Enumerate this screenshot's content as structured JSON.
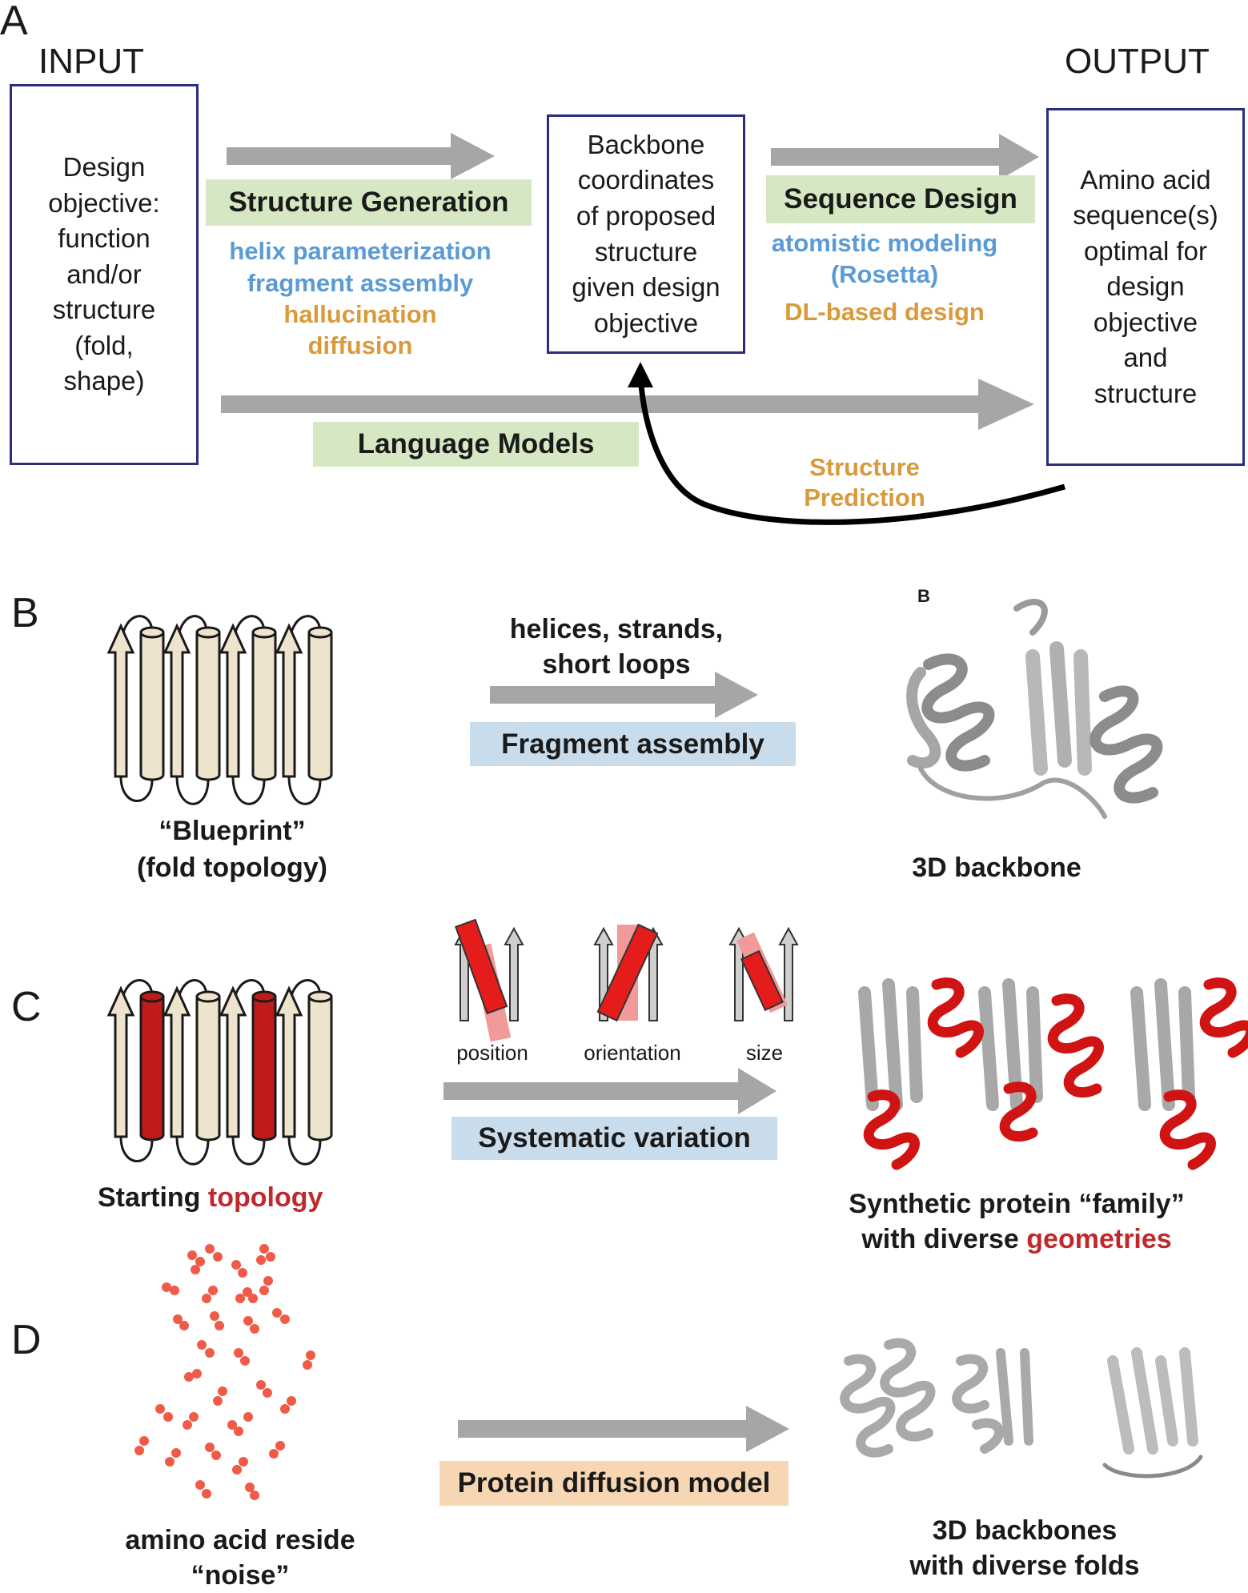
{
  "panelA": {
    "letter": "A",
    "input_title": "INPUT",
    "output_title": "OUTPUT",
    "input_box": [
      "Design",
      "objective:",
      "function",
      "and/or",
      "structure",
      "(fold,",
      "shape)"
    ],
    "middle_box": [
      "Backbone",
      "coordinates",
      "of proposed",
      "structure",
      "given design",
      "objective"
    ],
    "output_box": [
      "Amino acid",
      "sequence(s)",
      "optimal for",
      "design",
      "objective",
      "and",
      "structure"
    ],
    "structure_generation": {
      "label": "Structure Generation",
      "methods_blue": [
        "helix parameterization",
        "fragment assembly"
      ],
      "methods_orange": [
        "hallucination",
        "diffusion"
      ]
    },
    "sequence_design": {
      "label": "Sequence Design",
      "methods_blue": [
        "atomistic modeling",
        "(Rosetta)"
      ],
      "methods_orange": [
        "DL-based design"
      ]
    },
    "language_models": "Language Models",
    "structure_prediction": [
      "Structure",
      "Prediction"
    ]
  },
  "panelB": {
    "letter": "B",
    "above_arrow": [
      "helices, strands,",
      "short loops"
    ],
    "method": "Fragment assembly",
    "left_caption": [
      "“Blueprint”",
      "(fold topology)"
    ],
    "structure_tag": "B",
    "right_caption": "3D backbone"
  },
  "panelC": {
    "letter": "C",
    "variations": [
      "position",
      "orientation",
      "size"
    ],
    "method": "Systematic variation",
    "left_caption_black": "Starting ",
    "left_caption_red": "topology",
    "right_caption_line1": "Synthetic protein “family”",
    "right_caption_line2_black": "with diverse ",
    "right_caption_line2_red": "geometries"
  },
  "panelD": {
    "letter": "D",
    "method": "Protein diffusion model",
    "left_caption": [
      "amino acid reside",
      "“noise”"
    ],
    "right_caption": [
      "3D backbones",
      "with diverse folds"
    ]
  },
  "colors": {
    "navy": "#2b2e7f",
    "green_label": "#d6e8c3",
    "blue_label": "#c8dcec",
    "peach_label": "#f7d6b3",
    "blue_text": "#5b9bd5",
    "orange_text": "#d99a3c",
    "red": "#c0282c",
    "arrow_gray": "#a6a6a6"
  }
}
